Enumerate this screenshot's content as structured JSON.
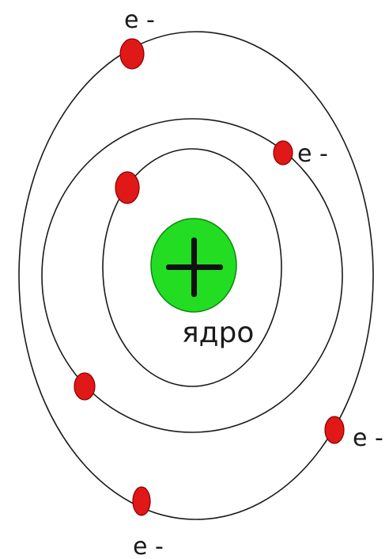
{
  "diagram": {
    "nucleus_label": "ядро",
    "nucleus_color": "#22dd22",
    "electron_color": "#e01818",
    "orbit_color": "#1a1a1a",
    "nucleus_symbol": "plus-icon",
    "electron_labels": [
      "e -",
      "e -",
      "e -",
      "e -"
    ]
  }
}
